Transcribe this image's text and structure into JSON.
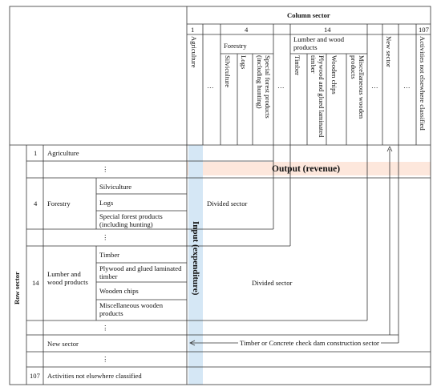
{
  "column_sector": {
    "header": "Column sector",
    "num_agriculture": "1",
    "num_forestry": "4",
    "num_lumber": "14",
    "num_last": "107",
    "agriculture": "Agriculture",
    "forestry": "Forestry",
    "silviculture": "Silviculture",
    "logs": "Logs",
    "special_forest": "Special forest products (including hunting)",
    "lumber_wood": "Lumber and wood products",
    "timber": "Timber",
    "plywood": "Plywood and glued laminated timber",
    "wooden_chips": "Wooden chips",
    "misc_wooden": "Miscellaneous wooden products",
    "new_sector": "New sector",
    "activities_nec": "Activities not elsewhere classified",
    "ellipsis": "…"
  },
  "row_sector": {
    "header": "Row sector",
    "num_agriculture": "1",
    "num_forestry": "4",
    "num_lumber": "14",
    "num_last": "107",
    "agriculture": "Agriculture",
    "forestry": "Forestry",
    "silviculture": "Silviculture",
    "logs": "Logs",
    "special_forest": "Special forest products (including hunting)",
    "lumber_wood": "Lumber and wood products",
    "timber": "Timber",
    "plywood": "Plywood and glued laminated timber",
    "wooden_chips": "Wooden chips",
    "misc_wooden": "Miscellaneous wooden products",
    "new_sector": "New sector",
    "activities_nec": "Activities not elsewhere classified",
    "ellipsis": "⋮"
  },
  "annotations": {
    "output": "Output (revenue)",
    "input": "Input (expenditure)",
    "divided_sector": "Divided sector",
    "timber_concrete": "Timber or Concrete check dam construction sector"
  },
  "colors": {
    "output_band": "#fde7dc",
    "input_band": "#d5e7f5",
    "line": "#333333"
  }
}
